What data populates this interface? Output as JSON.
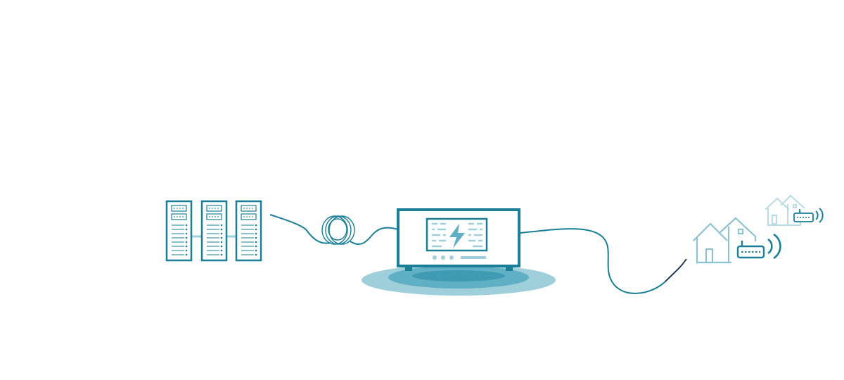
{
  "diagram": {
    "colors": {
      "primary": "#1a7f96",
      "primary_dark": "#0f6a82",
      "light_teal": "#9fcfdb",
      "mid_teal": "#5fb0c4",
      "house_light": "#b9dbe5",
      "house_mid": "#8fc2d1",
      "cable_dark": "#253a52",
      "white": "#ffffff"
    },
    "nodes": [
      {
        "id": "data-center",
        "icon": "server-rack-icon",
        "count": 3
      },
      {
        "id": "fiber-coil",
        "icon": "fiber-coil-icon"
      },
      {
        "id": "power-unit",
        "icon": "lightning-bolt-icon"
      },
      {
        "id": "homes",
        "icon": "house-router-icon",
        "count": 2
      }
    ]
  }
}
